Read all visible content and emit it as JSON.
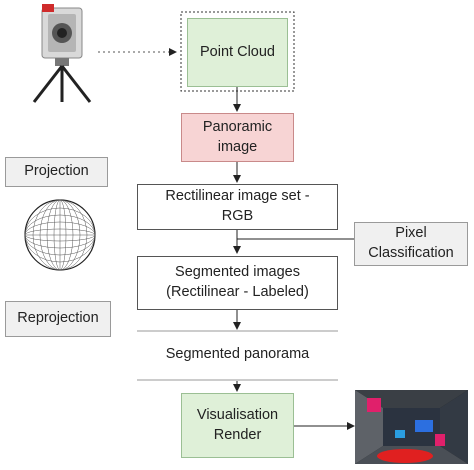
{
  "nodes": {
    "point_cloud": "Point Cloud",
    "panoramic_image": "Panoramic image",
    "rectilinear_set": "Rectilinear image set - RGB",
    "pixel_classification": "Pixel Classification",
    "segmented_images": "Segmented images (Rectilinear - Labeled)",
    "segmented_panorama": "Segmented panorama",
    "visualisation_render": "Visualisation Render",
    "projection": "Projection",
    "reprojection": "Reprojection"
  },
  "icons": {
    "scanner": "laser-scanner-on-tripod-icon",
    "sphere": "wireframe-sphere-icon",
    "render": "rendered-room-thumbnail"
  },
  "colors": {
    "green_fill": "#dff0d8",
    "pink_fill": "#f7d4d4",
    "grey_fill": "#f0f0f0"
  }
}
